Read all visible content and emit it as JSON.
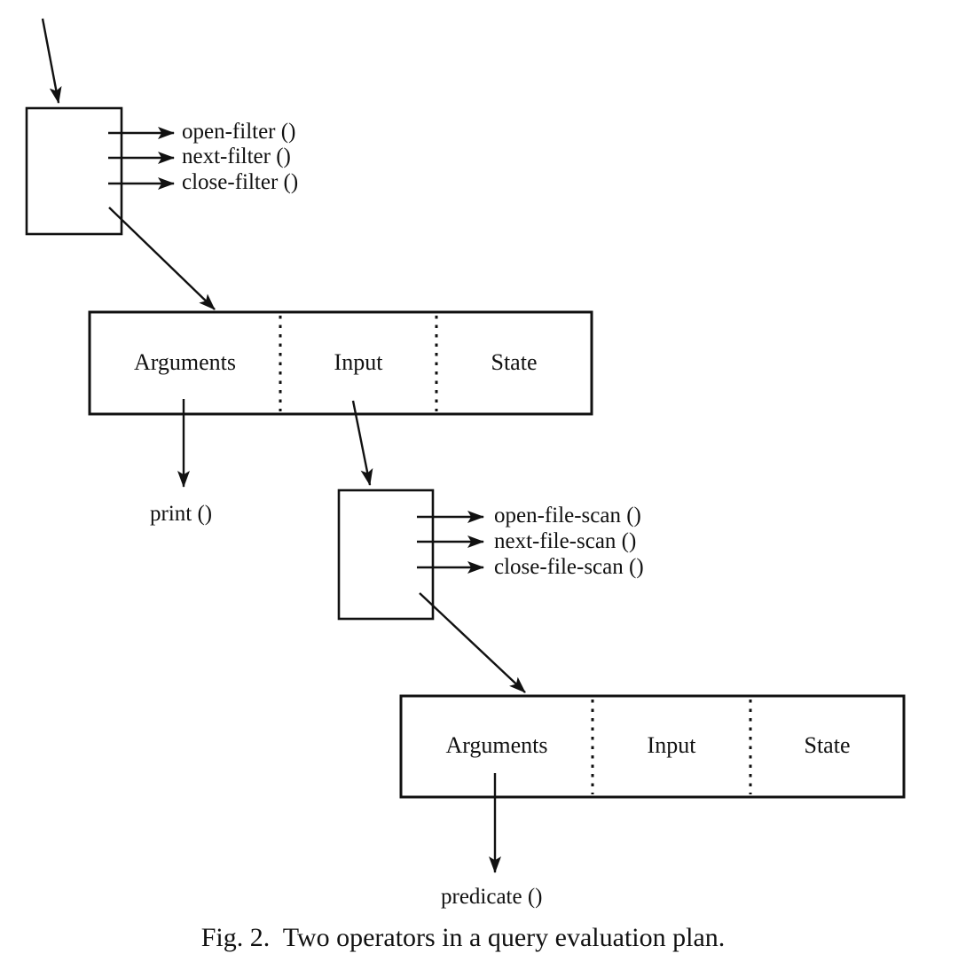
{
  "caption": "Fig. 2.  Two operators in a query evaluation plan.",
  "colors": {
    "ink": "#111111",
    "paper": "#ffffff"
  },
  "operator_filter": {
    "methods": [
      "open-filter ()",
      "next-filter ()",
      "close-filter ()"
    ],
    "record_fields": [
      "Arguments",
      "Input",
      "State"
    ],
    "arguments_binding": "print ()"
  },
  "operator_file_scan": {
    "methods": [
      "open-file-scan ()",
      "next-file-scan ()",
      "close-file-scan ()"
    ],
    "record_fields": [
      "Arguments",
      "Input",
      "State"
    ],
    "arguments_binding": "predicate ()"
  }
}
